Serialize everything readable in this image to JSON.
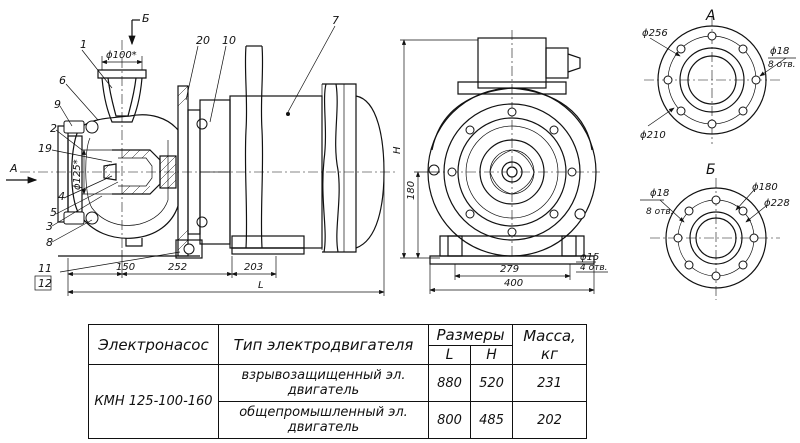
{
  "views": {
    "view_a": "А",
    "view_b": "Б",
    "section_arrow_a": "А",
    "section_arrow_b": "Б"
  },
  "callouts": [
    "1",
    "2",
    "3",
    "4",
    "5",
    "6",
    "7",
    "8",
    "9",
    "10",
    "11",
    "12",
    "19",
    "20"
  ],
  "dimensions": {
    "inlet_dia": "ϕ100*",
    "outlet_dia": "ϕ125*",
    "d150": "150",
    "d252": "252",
    "d203": "203",
    "length": "L",
    "height": "H",
    "h180": "180",
    "d279": "279",
    "d400": "400",
    "foot_hole": "ϕ15",
    "foot_holes_count": "4 отв.",
    "a_outer": "ϕ256",
    "a_pcd": "ϕ210",
    "a_holes": "ϕ18",
    "a_holes_count": "8 отв.",
    "b_outer": "ϕ228",
    "b_pcd": "ϕ180",
    "b_holes": "ϕ18",
    "b_holes_count": "8 отв."
  },
  "table": {
    "col_pump": "Электронасос",
    "col_motor": "Тип электродвигателя",
    "col_sizes": "Размеры",
    "col_L": "L",
    "col_H": "H",
    "col_mass": "Масса, кг",
    "model": "КМН 125-100-160",
    "rows": [
      {
        "motor": "взрывозащищенный эл. двигатель",
        "L": "880",
        "H": "520",
        "mass": "231"
      },
      {
        "motor": "общепромышленный эл. двигатель",
        "L": "800",
        "H": "485",
        "mass": "202"
      }
    ]
  }
}
